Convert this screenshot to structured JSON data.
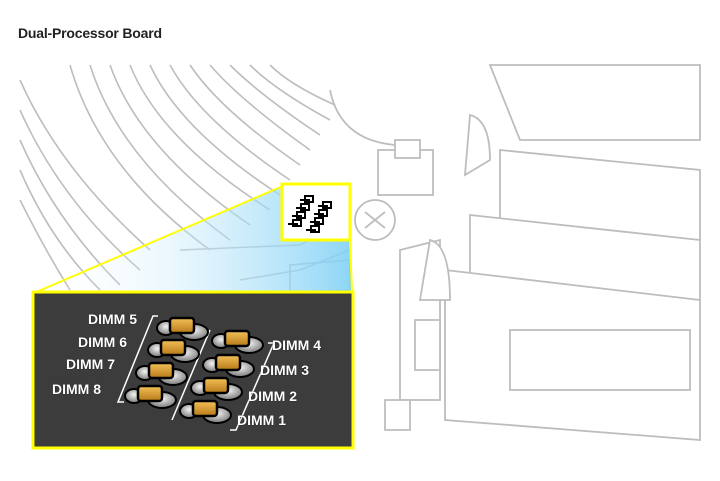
{
  "title": "Dual-Processor Board",
  "callout": {
    "left_labels": [
      "DIMM 5",
      "DIMM 6",
      "DIMM 7",
      "DIMM 8"
    ],
    "right_labels": [
      "DIMM 4",
      "DIMM 3",
      "DIMM 2",
      "DIMM 1"
    ]
  },
  "colors": {
    "highlight": "#ffff00",
    "callout_bg": "#3c3c3c",
    "module": "#e0a030",
    "line_art": "#b8b8b8"
  }
}
